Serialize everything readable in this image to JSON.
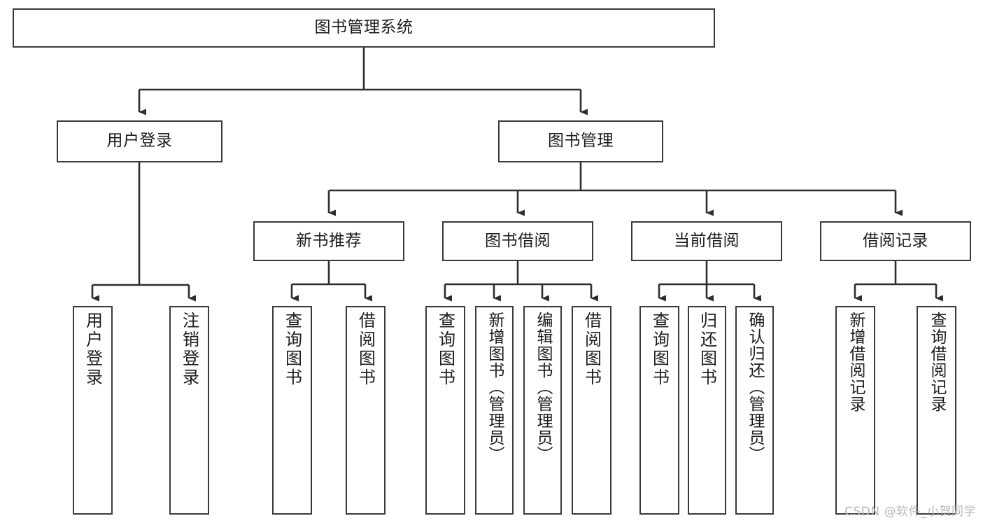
{
  "diagram": {
    "title": "图书管理系统",
    "type": "tree-hierarchy",
    "watermark": "CSDN @软件_小贺同学",
    "root": {
      "id": "root",
      "label": "图书管理系统"
    },
    "level2": [
      {
        "id": "user-login",
        "label": "用户登录"
      },
      {
        "id": "book-manage",
        "label": "图书管理"
      }
    ],
    "level3": [
      {
        "id": "new-book-recommend",
        "label": "新书推荐",
        "parent": "book-manage"
      },
      {
        "id": "book-borrow",
        "label": "图书借阅",
        "parent": "book-manage"
      },
      {
        "id": "current-borrow",
        "label": "当前借阅",
        "parent": "book-manage"
      },
      {
        "id": "borrow-record",
        "label": "借阅记录",
        "parent": "book-manage"
      }
    ],
    "leaves": [
      {
        "id": "leaf-user-login",
        "label": "用户登录",
        "parent": "user-login"
      },
      {
        "id": "leaf-user-logout",
        "label": "注销登录",
        "parent": "user-login"
      },
      {
        "id": "leaf-query-book-1",
        "label": "查询图书",
        "parent": "new-book-recommend"
      },
      {
        "id": "leaf-borrow-book-1",
        "label": "借阅图书",
        "parent": "new-book-recommend"
      },
      {
        "id": "leaf-query-book-2",
        "label": "查询图书",
        "parent": "book-borrow"
      },
      {
        "id": "leaf-add-book",
        "label": "新增图书（管理员）",
        "parent": "book-borrow"
      },
      {
        "id": "leaf-edit-book",
        "label": "编辑图书（管理员）",
        "parent": "book-borrow"
      },
      {
        "id": "leaf-borrow-book-2",
        "label": "借阅图书",
        "parent": "book-borrow"
      },
      {
        "id": "leaf-query-book-3",
        "label": "查询图书",
        "parent": "current-borrow"
      },
      {
        "id": "leaf-return-book",
        "label": "归还图书",
        "parent": "current-borrow"
      },
      {
        "id": "leaf-confirm-return",
        "label": "确认归还（管理员）",
        "parent": "current-borrow"
      },
      {
        "id": "leaf-add-record",
        "label": "新增借阅记录",
        "parent": "borrow-record"
      },
      {
        "id": "leaf-query-record",
        "label": "查询借阅记录",
        "parent": "borrow-record"
      }
    ],
    "colors": {
      "stroke": "#3a3a3a",
      "fill": "#ffffff",
      "text": "#1d1d1d",
      "watermark": "#b9b9b9"
    }
  }
}
